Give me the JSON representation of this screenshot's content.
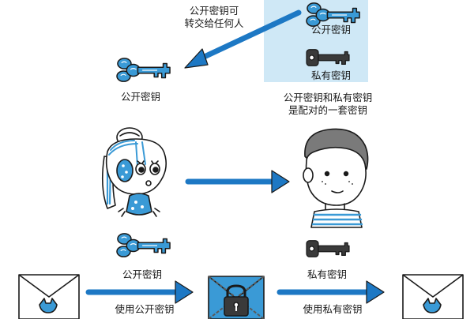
{
  "colors": {
    "public_key": "#3a9ad6",
    "private_key": "#3a3a3a",
    "arrow": "#1d78c4",
    "panel": "#cfe8f6",
    "outline": "#1a1a1a"
  },
  "labels": {
    "give_public_key": "公开密钥可",
    "give_public_key_2": "转交给任何人",
    "panel_public_key": "公开密钥",
    "panel_private_key": "私有密钥",
    "left_public_key": "公开密钥",
    "pair_note_1": "公开密钥和私有密钥",
    "pair_note_2": "是配对的一套密钥",
    "bottom_public_key": "公开密钥",
    "bottom_private_key": "私有密钥",
    "encrypt_caption": "使用公开密钥",
    "decrypt_caption": "使用私有密钥"
  },
  "icons": {
    "public_key": "blue-key-icon",
    "private_key": "black-key-icon",
    "envelope": "envelope-icon",
    "locked_envelope": "locked-envelope-icon",
    "girl": "girl-character",
    "boy": "boy-character"
  }
}
